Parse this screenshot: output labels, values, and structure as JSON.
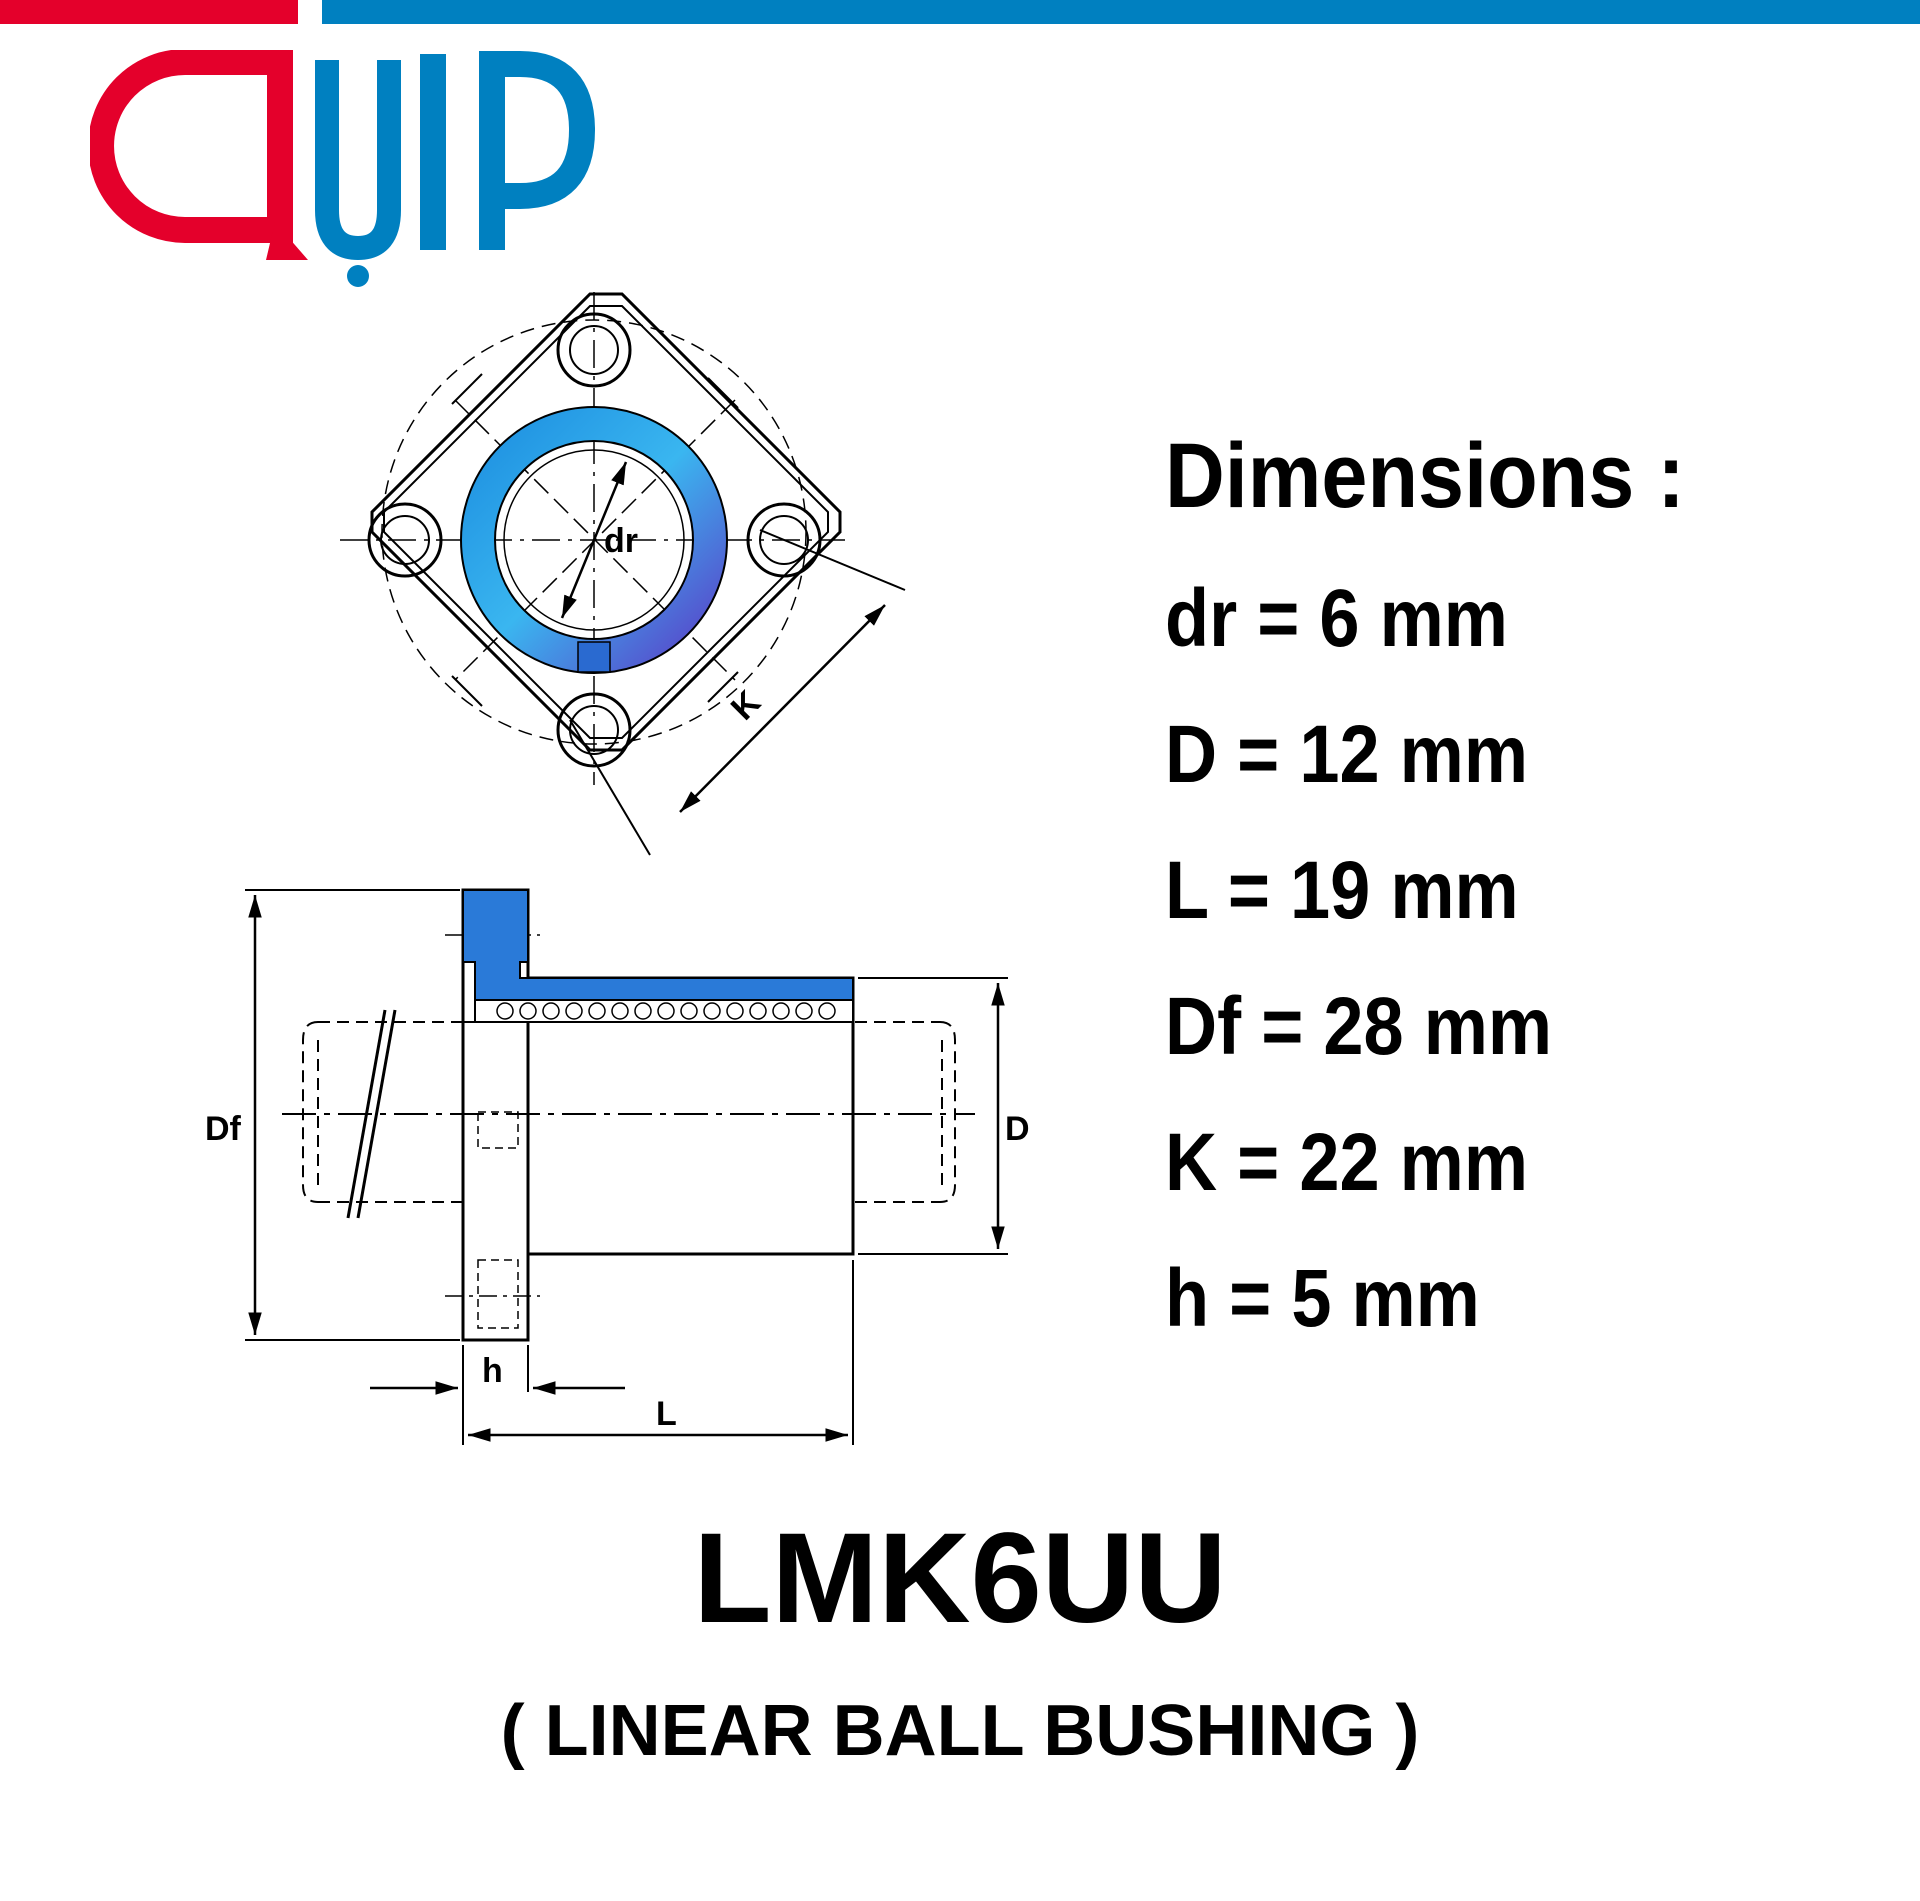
{
  "brand": {
    "logo_text": "QUIP",
    "colors": {
      "red": "#e4002b",
      "blue": "#0080c0"
    }
  },
  "diagram": {
    "labels": {
      "dr": "dr",
      "K": "K",
      "Df": "Df",
      "D": "D",
      "h": "h",
      "L": "L"
    },
    "accent_color": "#2a7ad8"
  },
  "dimensions": {
    "title": "Dimensions :",
    "items": [
      {
        "label": "dr = 6 mm"
      },
      {
        "label": "D = 12 mm"
      },
      {
        "label": "L = 19 mm"
      },
      {
        "label": "Df = 28 mm"
      },
      {
        "label": "K = 22 mm"
      },
      {
        "label": "h = 5 mm"
      }
    ]
  },
  "product": {
    "model": "LMK6UU",
    "type": "( LINEAR BALL BUSHING )"
  }
}
